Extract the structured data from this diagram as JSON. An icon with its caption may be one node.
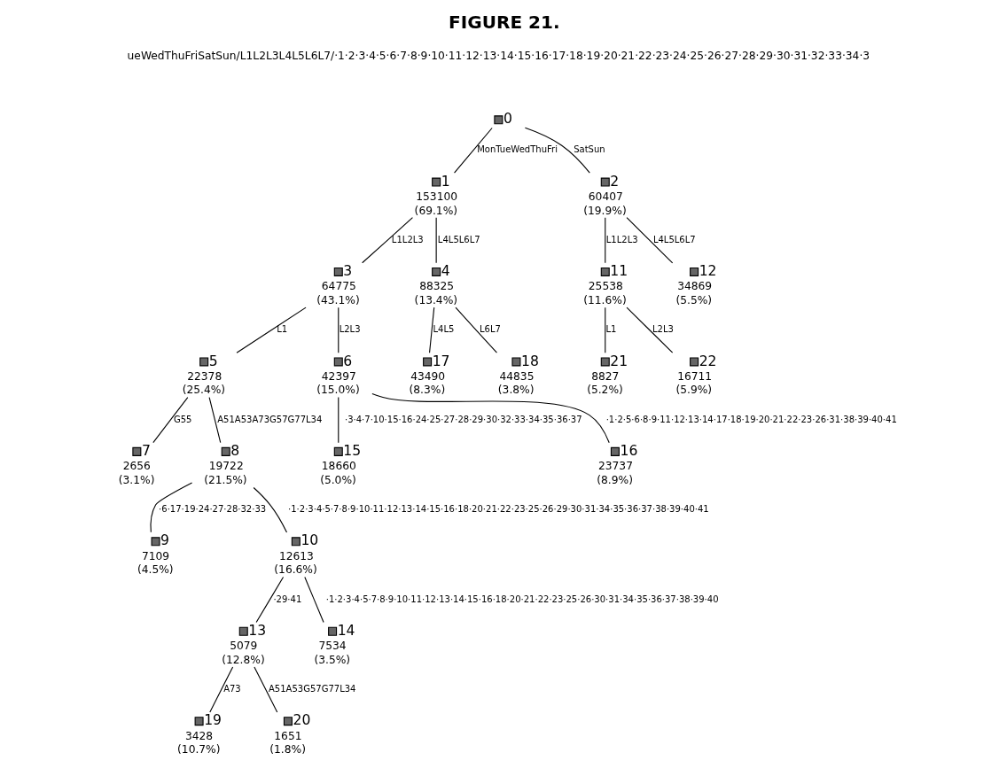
{
  "diagram": {
    "title": "FIGURE 21.",
    "nodes": [
      {
        "text": [],
        "shape": "box",
        "beside": [
          "0"
        ]
      },
      {
        "text": [
          "153100",
          "(69.1%)"
        ],
        "beside": [
          "1"
        ]
      },
      {
        "text": [
          "60407",
          "(19.9%)"
        ],
        "beside": [
          "2"
        ]
      },
      {
        "text": [
          "64775",
          "(43.1%)"
        ],
        "beside": [
          "3"
        ]
      },
      {
        "text": [
          "88325",
          "(13.4%)"
        ],
        "beside": [
          "4"
        ]
      },
      {
        "text": [
          "22378",
          "(25.4%)"
        ],
        "beside": [
          "5"
        ]
      },
      {
        "text": [
          "42397",
          "(15.0%)"
        ],
        "beside": [
          "6"
        ]
      },
      {
        "text": [
          "2656",
          "(3.1%)"
        ],
        "beside": [
          "7"
        ]
      },
      {
        "text": [
          "19722",
          "(21.5%)"
        ],
        "beside": [
          "8"
        ]
      },
      {
        "text": [
          "7109",
          "(4.5%)"
        ],
        "beside": [
          "9"
        ]
      },
      {
        "text": [
          "12613",
          "(16.6%)"
        ],
        "beside": [
          "10"
        ]
      },
      {
        "text": [
          "25538",
          "(11.6%)"
        ],
        "beside": [
          "11"
        ]
      },
      {
        "text": [
          "34869",
          "(5.5%)"
        ],
        "beside": [
          "12"
        ]
      },
      {
        "text": [
          "5079",
          "(12.8%)"
        ],
        "beside": [
          "13"
        ]
      },
      {
        "text": [
          "7534",
          "(3.5%)"
        ],
        "beside": [
          "14"
        ]
      },
      {
        "text": [
          "18660",
          "(5.0%)"
        ],
        "beside": [
          "15"
        ]
      },
      {
        "text": [
          "23737",
          "(8.9%)"
        ],
        "beside": [
          "16"
        ]
      },
      {
        "text": [
          "43490",
          "(8.3%)"
        ],
        "beside": [
          "17"
        ]
      },
      {
        "text": [
          "44835",
          "(3.8%)"
        ],
        "beside": [
          "18"
        ]
      },
      {
        "text": [
          "3428",
          "(10.7%)"
        ],
        "beside": [
          "19"
        ]
      },
      {
        "text": [
          "1651",
          "(1.8%)"
        ],
        "beside": [
          "20"
        ]
      },
      {
        "text": [
          "8827",
          "(5.2%)"
        ],
        "beside": [
          "21"
        ]
      },
      {
        "text": [
          "16711",
          "(5.9%)"
        ],
        "beside": [
          "22"
        ]
      }
    ],
    "edges": [
      {
        "from": 0,
        "to": 1,
        "arrow": "none",
        "label": "MonTueWedThuFri"
      },
      {
        "from": 0,
        "to": 2,
        "arrow": "none",
        "label": "SatSun"
      },
      {
        "from": 1,
        "to": 3,
        "arrow": "none",
        "label": "L1L2L3"
      },
      {
        "from": 1,
        "to": 4,
        "arrow": "none",
        "label": "L4L5L6L7"
      },
      {
        "from": 2,
        "to": 11,
        "arrow": "none",
        "label": "L1L2L3"
      },
      {
        "from": 2,
        "to": 12,
        "arrow": "none",
        "label": "L4L5L6L7"
      },
      {
        "from": 3,
        "to": 5,
        "arrow": "none",
        "label": "L1"
      },
      {
        "from": 3,
        "to": 6,
        "arrow": "none",
        "label": "L2L3"
      },
      {
        "from": 4,
        "to": 17,
        "arrow": "none",
        "label": "L4L5"
      },
      {
        "from": 4,
        "to": 18,
        "arrow": "none",
        "label": "L6L7"
      },
      {
        "from": 11,
        "to": 21,
        "arrow": "none",
        "label": "L1"
      },
      {
        "from": 11,
        "to": 22,
        "arrow": "none",
        "label": "L2L3"
      },
      {
        "from": 5,
        "to": 7,
        "arrow": "none",
        "label": "G55"
      },
      {
        "from": 5,
        "to": 8,
        "arrow": "none",
        "label": "A51A53A73G57G77L34"
      },
      {
        "from": 6,
        "to": 15,
        "arrow": "none",
        "label": "·3·4·7·10·15·16·24·25·27·28·29·30·32·33·34·35·36·37"
      },
      {
        "from": 6,
        "to": 16,
        "arrow": "none",
        "label": "·1·2·5·6·8·9·11·12·13·14·17·18·19·20·21·22·23·26·31·38·39·40·41"
      },
      {
        "from": 8,
        "to": 9,
        "arrow": "none",
        "label": "·6·17·19·24·27·28·32·33"
      },
      {
        "from": 8,
        "to": 10,
        "arrow": "none",
        "label": "·1·2·3·4·5·7·8·9·10·11·12·13·14·15·16·18·20·21·22·23·25·26·29·30·31·34·35·36·37·38·39·40·41"
      },
      {
        "from": 10,
        "to": 13,
        "arrow": "none",
        "label": "·29·41"
      },
      {
        "from": 10,
        "to": 14,
        "arrow": "none",
        "label": "·1·2·3·4·5·7·8·9·10·11·12·13·14·15·16·18·20·21·22·23·25·26·30·31·34·35·36·37·38·39·40"
      },
      {
        "from": 13,
        "to": 19,
        "arrow": "none",
        "label": "A73"
      },
      {
        "from": 13,
        "to": 20,
        "arrow": "none",
        "label": "A51A53G57G77L34"
      }
    ],
    "labels": [
      "ueWedThuFriSatSun/L1L2L3L4L5L6L7/·1·2·3·4·5·6·7·8·9·10·11·12·13·14·15·16·17·18·19·20·21·22·23·24·25·26·27·28·29·30·31·32·33·34·3"
    ]
  }
}
